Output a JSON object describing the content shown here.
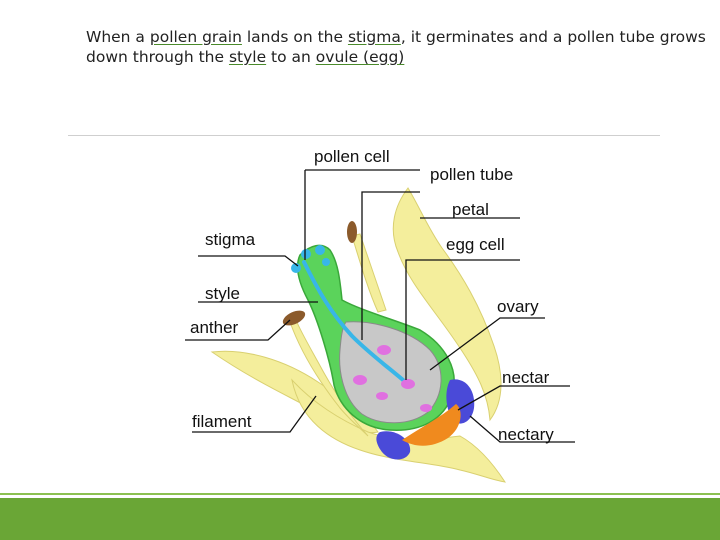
{
  "caption": {
    "segments": [
      {
        "text": "When a ",
        "underline": false
      },
      {
        "text": "pollen grain",
        "underline": true
      },
      {
        "text": " lands on the ",
        "underline": false
      },
      {
        "text": "stigma",
        "underline": true
      },
      {
        "text": ", it germinates and a pollen tube grows down through the ",
        "underline": false
      },
      {
        "text": "style",
        "underline": true
      },
      {
        "text": " to an ",
        "underline": false
      },
      {
        "text": "ovule (egg)",
        "underline": true
      }
    ]
  },
  "diagram": {
    "labels": {
      "pollen_cell": "pollen cell",
      "pollen_tube": "pollen tube",
      "petal": "petal",
      "egg_cell": "egg cell",
      "stigma": "stigma",
      "style": "style",
      "anther": "anther",
      "ovary": "ovary",
      "nectar": "nectar",
      "filament": "filament",
      "nectary": "nectary"
    },
    "colors": {
      "petal": "#f4ee9c",
      "carpel": "#5bd35b",
      "ovary_cavity": "#c8c8c8",
      "pollen_tube": "#38b6e8",
      "egg": "#e070e0",
      "anther": "#8b5a2b",
      "nectar": "#f08a1e",
      "nectary": "#4a4ad8"
    }
  },
  "theme": {
    "footer_color": "#6aa636",
    "accent_underline": "#4a8a2a"
  }
}
